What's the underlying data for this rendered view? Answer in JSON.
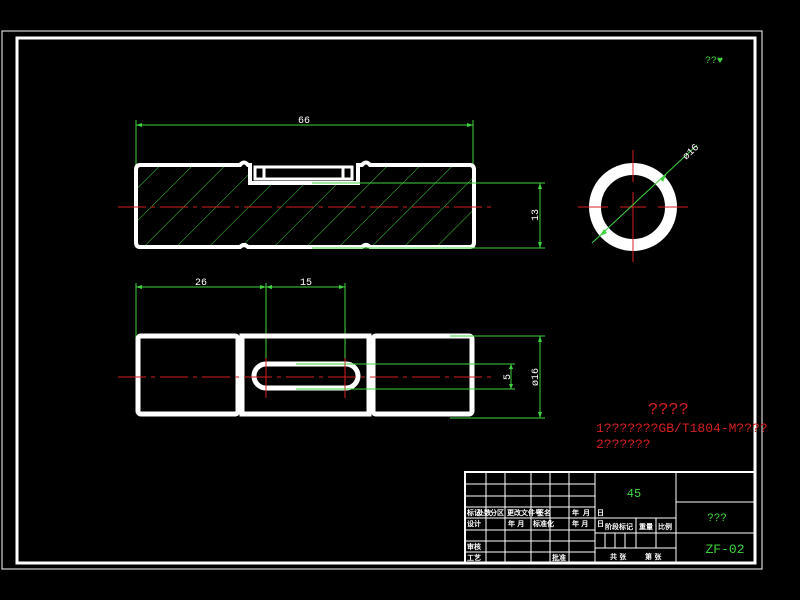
{
  "drawing": {
    "corner_mark": "??♥",
    "colors": {
      "background": "#000000",
      "outline": "#ffffff",
      "dimension": "#3fd43f",
      "centerline": "#d42020",
      "notes": "#d42020",
      "titleblock_values": "#3fd43f"
    }
  },
  "section_view": {
    "dim_length": "66",
    "dim_height": "13"
  },
  "end_view": {
    "dim_diameter": "ø16"
  },
  "top_view": {
    "dim_left": "26",
    "dim_slot": "15",
    "dim_slot_width": "5",
    "dim_diameter": "ø16"
  },
  "notes": {
    "title": "????",
    "line1": "1???????GB/T1804-M????",
    "line2": "2??????"
  },
  "title_block": {
    "material": "45",
    "part_name": "???",
    "drawing_number": "ZF-02",
    "row_revision_headers": [
      "标记",
      "处数",
      "分区",
      "更改文件号",
      "签名",
      "年",
      "月",
      "日"
    ],
    "design_label": "设计",
    "standardize_label": "标准化",
    "year_month_1": "年 月",
    "year_month_2": "年 月",
    "day_label_1": "日",
    "day_label_2": "日",
    "stage_mark_label": "阶段标记",
    "weight_label": "重量",
    "scale_label": "比例",
    "review_label": "审核",
    "process_label": "工艺",
    "approve_label": "批准",
    "sheets_total_label": "共 张",
    "sheet_label": "第 张"
  }
}
